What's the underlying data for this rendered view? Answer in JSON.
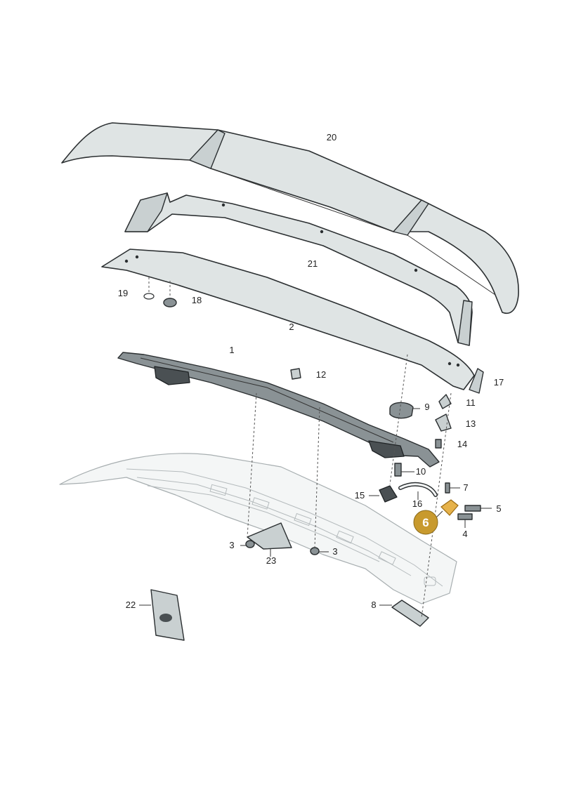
{
  "labels": {
    "p1": "1",
    "p2": "2",
    "p3a": "3",
    "p3b": "3",
    "p4": "4",
    "p5": "5",
    "p6": "6",
    "p7": "7",
    "p8": "8",
    "p9": "9",
    "p10": "10",
    "p11": "11",
    "p12": "12",
    "p13": "13",
    "p14": "14",
    "p15": "15",
    "p16": "16",
    "p17": "17",
    "p18": "18",
    "p19": "19",
    "p20": "20",
    "p21": "21",
    "p22": "22",
    "p23": "23"
  },
  "highlight": {
    "part": "6",
    "color": "#c89a2e"
  }
}
